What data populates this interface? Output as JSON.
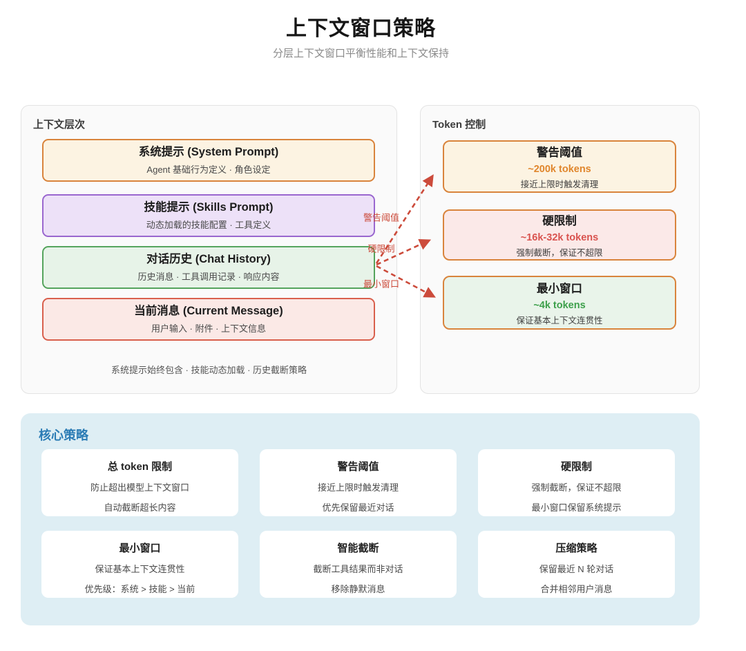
{
  "header": {
    "title": "上下文窗口策略",
    "subtitle": "分层上下文窗口平衡性能和上下文保持"
  },
  "left_panel": {
    "title": "上下文层次",
    "boxes": [
      {
        "title": "系统提示 (System Prompt)",
        "desc": "Agent 基础行为定义 · 角色设定",
        "border_color": "#d9843c",
        "bg_color": "#fcf3e2"
      },
      {
        "title": "技能提示 (Skills Prompt)",
        "desc": "动态加载的技能配置 · 工具定义",
        "border_color": "#9a67cf",
        "bg_color": "#ede1f8"
      },
      {
        "title": "对话历史 (Chat History)",
        "desc": "历史消息 · 工具调用记录 · 响应内容",
        "border_color": "#55a45d",
        "bg_color": "#e7f3e8"
      },
      {
        "title": "当前消息 (Current Message)",
        "desc": "用户输入 · 附件 · 上下文信息",
        "border_color": "#d95f4c",
        "bg_color": "#fbe9e6"
      }
    ],
    "note": "系统提示始终包含 · 技能动态加载 · 历史截断策略"
  },
  "right_panel": {
    "title": "Token 控制",
    "boxes": [
      {
        "title": "警告阈值",
        "value": "~200k tokens",
        "desc": "接近上限时触发清理",
        "border_color": "#d9843c",
        "bg_color": "#fcf3e2",
        "value_color": "#e0862c"
      },
      {
        "title": "硬限制",
        "value": "~16k-32k tokens",
        "desc": "强制截断，保证不超限",
        "border_color": "#d9843c",
        "bg_color": "#fbe9e8",
        "value_color": "#d9534f"
      },
      {
        "title": "最小窗口",
        "value": "~4k tokens",
        "desc": "保证基本上下文连贯性",
        "border_color": "#d9843c",
        "bg_color": "#e9f4ea",
        "value_color": "#3da04b"
      }
    ]
  },
  "arrows": {
    "color": "#cc4b3b",
    "style": "dashed",
    "labels": [
      {
        "text": "警告阈值"
      },
      {
        "text": "硬限制"
      },
      {
        "text": "最小窗口"
      }
    ]
  },
  "strategies": {
    "title": "核心策略",
    "accent_color": "#2b7cb5",
    "cards": [
      {
        "title": "总 token 限制",
        "lines": [
          "防止超出模型上下文窗口",
          "自动截断超长内容"
        ]
      },
      {
        "title": "警告阈值",
        "lines": [
          "接近上限时触发清理",
          "优先保留最近对话"
        ]
      },
      {
        "title": "硬限制",
        "lines": [
          "强制截断，保证不超限",
          "最小窗口保留系统提示"
        ]
      },
      {
        "title": "最小窗口",
        "lines": [
          "保证基本上下文连贯性",
          "优先级：系统 > 技能 > 当前"
        ]
      },
      {
        "title": "智能截断",
        "lines": [
          "截断工具结果而非对话",
          "移除静默消息"
        ]
      },
      {
        "title": "压缩策略",
        "lines": [
          "保留最近 N 轮对话",
          "合并相邻用户消息"
        ]
      }
    ]
  }
}
